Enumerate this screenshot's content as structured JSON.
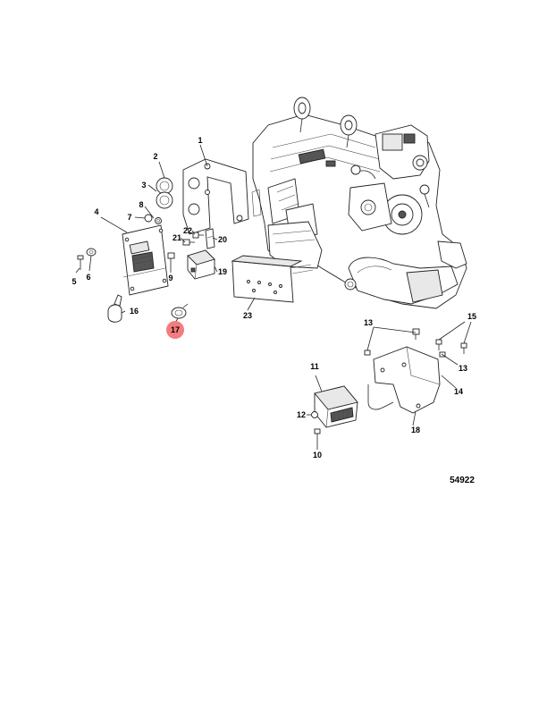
{
  "diagram": {
    "figure_id": "54922",
    "highlight_color": "#f47c7c",
    "highlighted_callout": "17",
    "callouts": [
      {
        "key": "c1",
        "label": "1"
      },
      {
        "key": "c2",
        "label": "2"
      },
      {
        "key": "c3",
        "label": "3"
      },
      {
        "key": "c4",
        "label": "4"
      },
      {
        "key": "c5",
        "label": "5"
      },
      {
        "key": "c6",
        "label": "6"
      },
      {
        "key": "c7",
        "label": "7"
      },
      {
        "key": "c8",
        "label": "8"
      },
      {
        "key": "c9",
        "label": "9"
      },
      {
        "key": "c10",
        "label": "10"
      },
      {
        "key": "c11",
        "label": "11"
      },
      {
        "key": "c12",
        "label": "12"
      },
      {
        "key": "c13a",
        "label": "13"
      },
      {
        "key": "c13b",
        "label": "13"
      },
      {
        "key": "c14",
        "label": "14"
      },
      {
        "key": "c15",
        "label": "15"
      },
      {
        "key": "c16",
        "label": "16"
      },
      {
        "key": "c17",
        "label": "17"
      },
      {
        "key": "c18",
        "label": "18"
      },
      {
        "key": "c19",
        "label": "19"
      },
      {
        "key": "c20",
        "label": "20"
      },
      {
        "key": "c21",
        "label": "21"
      },
      {
        "key": "c22",
        "label": "22"
      },
      {
        "key": "c23",
        "label": "23"
      }
    ]
  }
}
